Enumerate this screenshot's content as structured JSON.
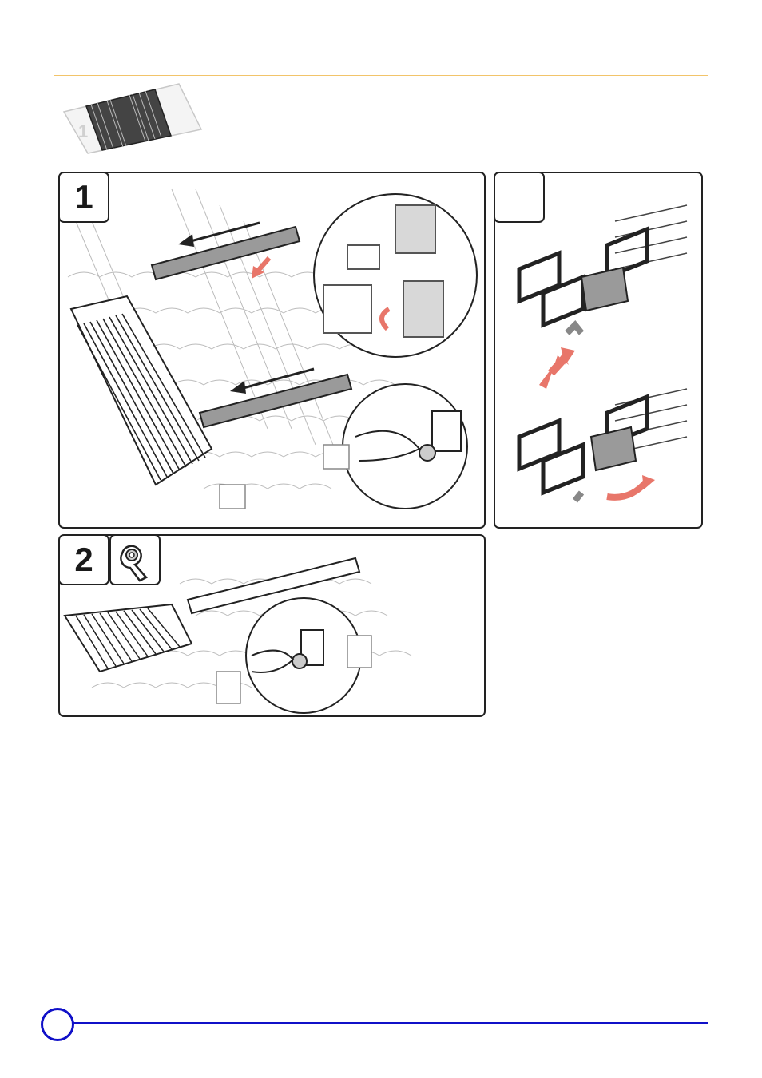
{
  "header": {
    "thumbnail_step_label": "1"
  },
  "steps": [
    {
      "number": "1",
      "description_visible": ""
    },
    {
      "number": "",
      "description_visible": ""
    },
    {
      "number": "2",
      "tool": "wrench-icon"
    }
  ],
  "colors": {
    "accent_rule": "#f2c46a",
    "footer_blue": "#1010c8",
    "arrow_red": "#e8766a",
    "rail_grey": "#9a9a9a"
  }
}
